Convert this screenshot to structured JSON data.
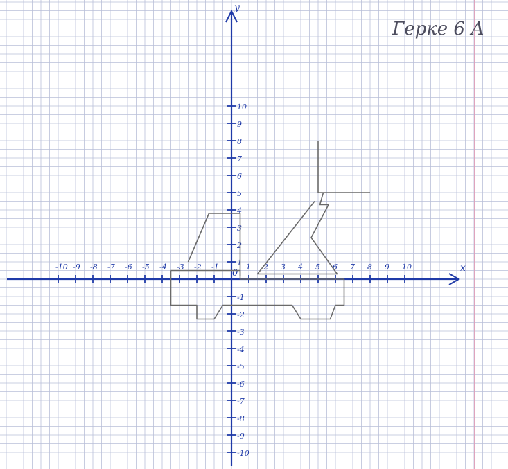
{
  "header": {
    "name_text": "Герке 6 А"
  },
  "axes": {
    "x_label": "x",
    "y_label": "y",
    "x_ticks": [
      "-10",
      "-9",
      "-8",
      "-7",
      "-6",
      "-5",
      "-4",
      "-3",
      "-2",
      "-1",
      "1",
      "2",
      "3",
      "4",
      "5",
      "6",
      "7",
      "8",
      "9",
      "10"
    ],
    "y_ticks": [
      "10",
      "9",
      "8",
      "7",
      "6",
      "5",
      "4",
      "3",
      "2",
      "1",
      "-1",
      "-2",
      "-3",
      "-4",
      "-5",
      "-6",
      "-7",
      "-8",
      "-9",
      "-10"
    ],
    "origin_label": "0"
  },
  "colors": {
    "paper": "#ffffff",
    "grid": "#b9bfd9",
    "margin_line": "#e59ab4",
    "axis_ink": "#1f3aa8",
    "pencil": "#6a6a6a",
    "name_ink": "#4d4d5e"
  },
  "figure": {
    "shapes": [
      {
        "name": "triangle-flag",
        "points": [
          [
            5,
            8
          ],
          [
            5,
            5
          ],
          [
            8,
            5
          ]
        ]
      },
      {
        "name": "crane-arm",
        "points": [
          [
            5.3,
            5
          ],
          [
            5.1,
            4.3
          ],
          [
            5.6,
            4.3
          ],
          [
            4.6,
            2.4
          ],
          [
            6.1,
            0.3
          ],
          [
            1.5,
            0.3
          ],
          [
            4.8,
            4.5
          ]
        ]
      },
      {
        "name": "cabin",
        "points": [
          [
            -2.5,
            1
          ],
          [
            -1.3,
            3.8
          ],
          [
            0.5,
            3.8
          ],
          [
            0.5,
            0.2
          ]
        ]
      },
      {
        "name": "truck-body",
        "points": [
          [
            -3.5,
            0.5
          ],
          [
            -3.5,
            -1.5
          ],
          [
            -2,
            -1.5
          ],
          [
            -2,
            -2.3
          ],
          [
            -1,
            -2.3
          ],
          [
            -0.5,
            -1.5
          ],
          [
            3.5,
            -1.5
          ],
          [
            4,
            -2.3
          ],
          [
            5.7,
            -2.3
          ],
          [
            6,
            -1.5
          ],
          [
            6.5,
            -1.5
          ],
          [
            6.5,
            0
          ],
          [
            0.5,
            0
          ],
          [
            0.5,
            0.5
          ],
          [
            -3.5,
            0.5
          ]
        ]
      }
    ]
  }
}
